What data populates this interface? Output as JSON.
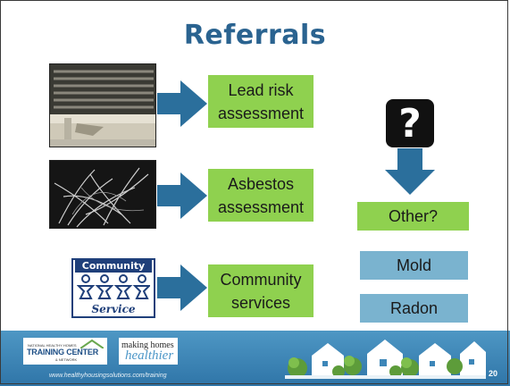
{
  "slide": {
    "title": "Referrals",
    "number": "20"
  },
  "referrals": [
    {
      "line1": "Lead risk",
      "line2": "assessment",
      "image": "peeling-paint-window-photo"
    },
    {
      "line1": "Asbestos",
      "line2": "assessment",
      "image": "asbestos-fibers-micrograph"
    },
    {
      "line1": "Community",
      "line2": "services",
      "image": "community-service-logo"
    }
  ],
  "community_logo": {
    "top": "Community",
    "bottom": "Service"
  },
  "other": {
    "question_symbol": "?",
    "label": "Other?",
    "items": [
      "Mold",
      "Radon"
    ]
  },
  "footer": {
    "url": "www.healthyhousingsolutions.com/training",
    "training_center": {
      "small": "NATIONAL HEALTHY HOMES",
      "big": "TRAINING CENTER",
      "network": "& NETWORK"
    },
    "making_homes": {
      "line1": "making homes",
      "line2": "healthier"
    }
  },
  "colors": {
    "title": "#2a6390",
    "green_box": "#8fd14f",
    "blue_box": "#7ab3cf",
    "arrow": "#2b6f9c",
    "footer": "#3d86b8"
  }
}
